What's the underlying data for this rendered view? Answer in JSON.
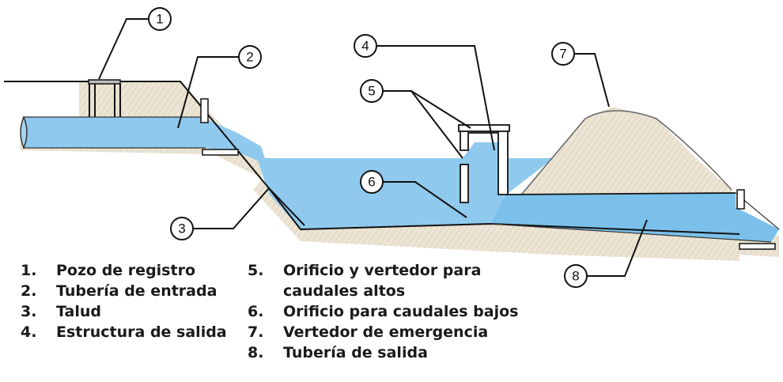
{
  "callouts": [
    "1",
    "2",
    "3",
    "4",
    "5",
    "6",
    "7",
    "8"
  ],
  "legend_left": [
    {
      "num": "1.",
      "text": "Pozo de registro"
    },
    {
      "num": "2.",
      "text": "Tubería de entrada"
    },
    {
      "num": "3.",
      "text": "Talud"
    },
    {
      "num": "4.",
      "text": "Estructura de salida"
    }
  ],
  "legend_right": [
    {
      "num": "5.",
      "text": "Orificio y vertedor para"
    },
    {
      "num": "",
      "text": "caudales altos"
    },
    {
      "num": "6.",
      "text": "Orificio para caudales bajos"
    },
    {
      "num": "7.",
      "text": "Vertedor de emergencia"
    },
    {
      "num": "8.",
      "text": "Tubería de salida"
    }
  ],
  "colors": {
    "water": "#8fc9ee",
    "water_dark": "#5fb0e3",
    "soil": "#ece4d4",
    "line": "#111111"
  }
}
